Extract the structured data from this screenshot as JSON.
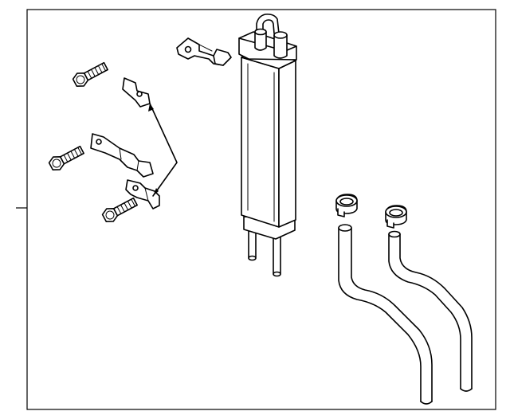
{
  "diagram": {
    "background_color": "#ffffff",
    "line_color": "#000000",
    "parts": [
      "oil-cooler",
      "upper-bracket",
      "bolt",
      "bracket",
      "hose-clamp",
      "cooler-hose"
    ]
  }
}
